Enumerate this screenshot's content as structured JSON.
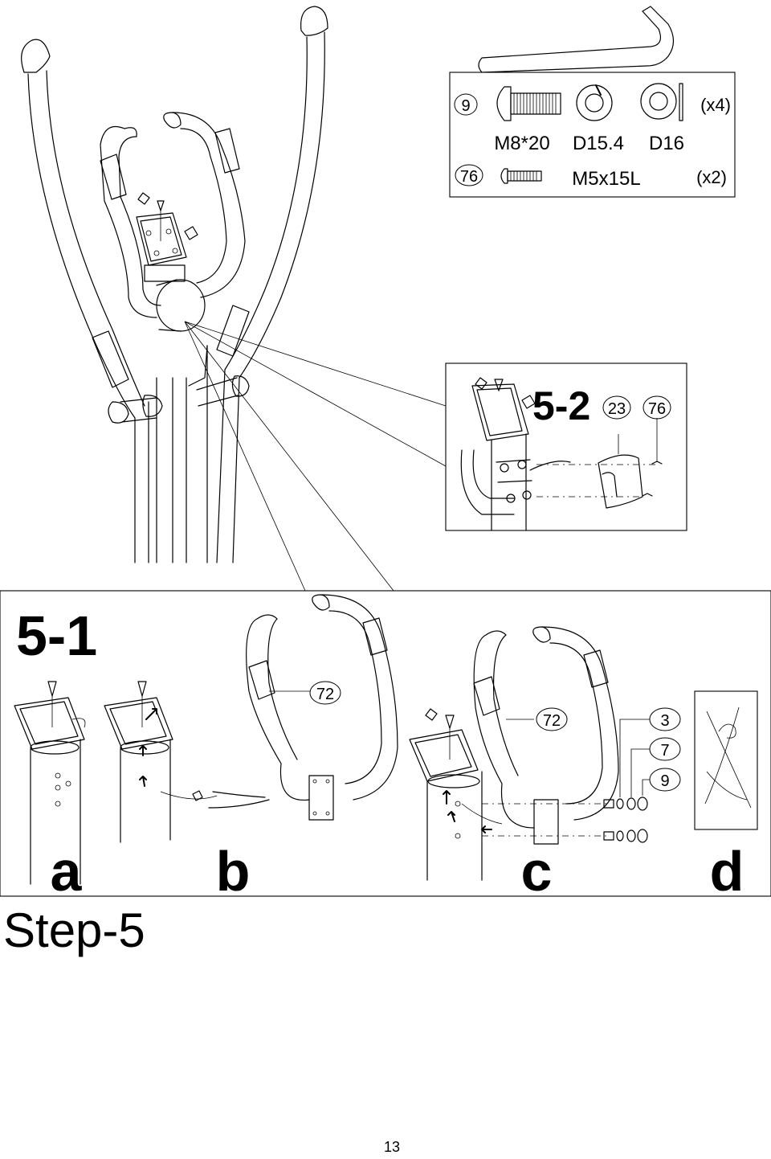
{
  "parts_box": {
    "screw_9": {
      "id": "9",
      "label": "M8*20"
    },
    "spring_washer": {
      "label": "D15.4"
    },
    "flat_washer": {
      "label": "D16"
    },
    "qty_a": "(x4)",
    "screw_76": {
      "id": "76",
      "label": "M5x15L"
    },
    "qty_b": "(x2)"
  },
  "detail_5_2": {
    "title": "5-2",
    "parts": [
      "23",
      "76"
    ]
  },
  "detail_5_1": {
    "title": "5-1",
    "callout_b": "72",
    "callout_c": "72",
    "hardware": [
      "3",
      "7",
      "9"
    ],
    "sub_labels": [
      "a",
      "b",
      "c",
      "d"
    ]
  },
  "step_title": "Step-5",
  "page_number": "13"
}
